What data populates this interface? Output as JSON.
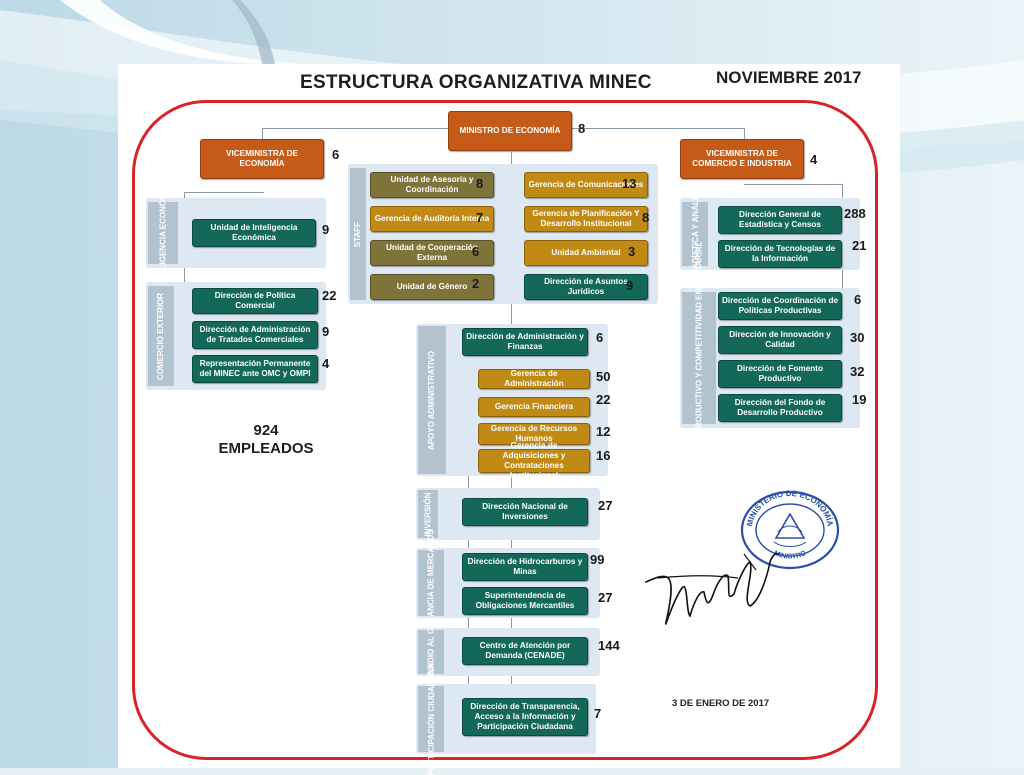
{
  "slide": {
    "title": "ESTRUCTURA ORGANIZATIVA MINEC",
    "date": "NOVIEMBRE 2017"
  },
  "top": {
    "minister": {
      "label": "MINISTRO DE ECONOMÍA",
      "count": "8"
    },
    "vice_economy": {
      "label": "VICEMINISTRA DE ECONOMÍA",
      "count": "6"
    },
    "vice_commerce": {
      "label": "VICEMINISTRA DE COMERCIO E INDUSTRIA",
      "count": "4"
    }
  },
  "staff": {
    "tab": "STAFF",
    "units": [
      {
        "label": "Unidad de Asesoría y Coordinación",
        "count": "8"
      },
      {
        "label": "Gerencia de Comunicaciones",
        "count": "13"
      },
      {
        "label": "Gerencia de Auditoría Interna",
        "count": "7"
      },
      {
        "label": "Gerencia de Planificación Y Desarrollo Institucional",
        "count": "8"
      },
      {
        "label": "Unidad de Cooperación Externa",
        "count": "6"
      },
      {
        "label": "Unidad Ambiental",
        "count": "3"
      },
      {
        "label": "Unidad de Género",
        "count": "2"
      },
      {
        "label": "Dirección de Asuntos Jurídicos",
        "count": "9"
      }
    ]
  },
  "left": {
    "inteligencia": {
      "tab": "INTELIGENCIA ECONÓMICA",
      "units": [
        {
          "label": "Unidad de Inteligencia Económica",
          "count": "9"
        }
      ]
    },
    "comercio": {
      "tab": "COMERCIO EXTERIOR",
      "units": [
        {
          "label": "Dirección de Política Comercial",
          "count": "22"
        },
        {
          "label": "Dirección de Administración de Tratados Comerciales",
          "count": "9"
        },
        {
          "label": "Representación Permanente del MINEC ante OMC y OMPI",
          "count": "4"
        }
      ]
    },
    "total": {
      "value": "924",
      "label": "EMPLEADOS"
    }
  },
  "center": {
    "apoyo": {
      "tab": "APOYO ADMINISTRATIVO",
      "head": {
        "label": "Dirección de Administración y Finanzas",
        "count": "6"
      },
      "units": [
        {
          "label": "Gerencia de Administración",
          "count": "50"
        },
        {
          "label": "Gerencia Financiera",
          "count": "22"
        },
        {
          "label": "Gerencia de Recursos Humanos",
          "count": "12"
        },
        {
          "label": "Gerencia de Adquisiciones y Contrataciones Institucional",
          "count": "16"
        }
      ]
    },
    "inversion": {
      "tab": "INVERSIÓN",
      "units": [
        {
          "label": "Dirección Nacional de Inversiones",
          "count": "27"
        }
      ]
    },
    "vigilancia": {
      "tab": "VIGILANCIA DE MERCADOS",
      "units": [
        {
          "label": "Dirección de Hidrocarburos y Minas",
          "count": "99"
        },
        {
          "label": "Superintendencia de Obligaciones Mercantiles",
          "count": "27"
        }
      ]
    },
    "subsidio": {
      "tab": "SUBSIDIO AL GLP",
      "units": [
        {
          "label": "Centro de Atención por Demanda (CENADE)",
          "count": "144"
        }
      ]
    },
    "participacion": {
      "tab": "PARTICIPACIÓN CIUDADANA",
      "units": [
        {
          "label": "Dirección de Transparencia, Acceso a la Información y Participación Ciudadana",
          "count": "7"
        }
      ]
    }
  },
  "right": {
    "estadistica": {
      "tab": "ESTADÍSTICA Y ANÁLISIS",
      "units": [
        {
          "label": "Dirección General de Estadística y Censos",
          "count": "288"
        },
        {
          "label": "Dirección de Tecnologías de la Información",
          "count": "21"
        }
      ]
    },
    "fomento": {
      "tab": "FOMENTO PRODUCTIVO Y COMPETITIVIDAD EMPRESARIAL",
      "units": [
        {
          "label": "Dirección de Coordinación de Políticas Productivas",
          "count": "6"
        },
        {
          "label": "Dirección de Innovación y Calidad",
          "count": "30"
        },
        {
          "label": "Dirección de Fomento Productivo",
          "count": "32"
        },
        {
          "label": "Dirección del Fondo de Desarrollo Productivo",
          "count": "19"
        }
      ]
    }
  },
  "footer": {
    "date": "3 DE ENERO DE 2017"
  },
  "seal": {
    "top_text": "MINISTERIO DE ECONOMÍA",
    "bottom_text": "MINISTRO"
  },
  "colors": {
    "frame": "#d9232a",
    "teal": "#14685a",
    "orange": "#c65a18",
    "gold": "#c08a14",
    "olive": "#7e7338",
    "panel": "#dde8f2",
    "seal": "#2a4fa8"
  }
}
